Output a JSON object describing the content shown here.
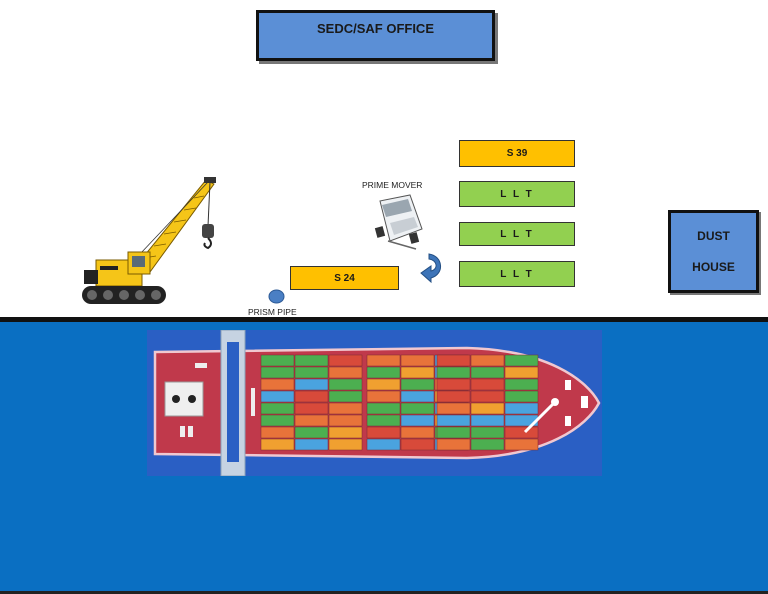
{
  "office": {
    "label": "SEDC/SAF OFFICE"
  },
  "slots": {
    "s39": "S 39",
    "llt1": "L L T",
    "llt2": "L L T",
    "llt3": "L L T",
    "s24": "S 24"
  },
  "dust_house": {
    "line1": "DUST",
    "line2": "HOUSE"
  },
  "labels": {
    "prime_mover": "PRIME MOVER",
    "prism_pipe": "PRISM  PIPE"
  },
  "icons": {
    "crane": "crawler-crane-icon",
    "prime_mover": "prime-mover-truck-icon",
    "return_arrow": "curved-arrow-icon",
    "pipe": "pipe-circle-icon",
    "ship": "container-ship-icon"
  },
  "colors": {
    "office_blue": "#5b8fd6",
    "slot_yellow": "#ffc000",
    "slot_green": "#92d050",
    "sea_blue": "#0a6fc2",
    "ship_red": "#c0394b"
  }
}
